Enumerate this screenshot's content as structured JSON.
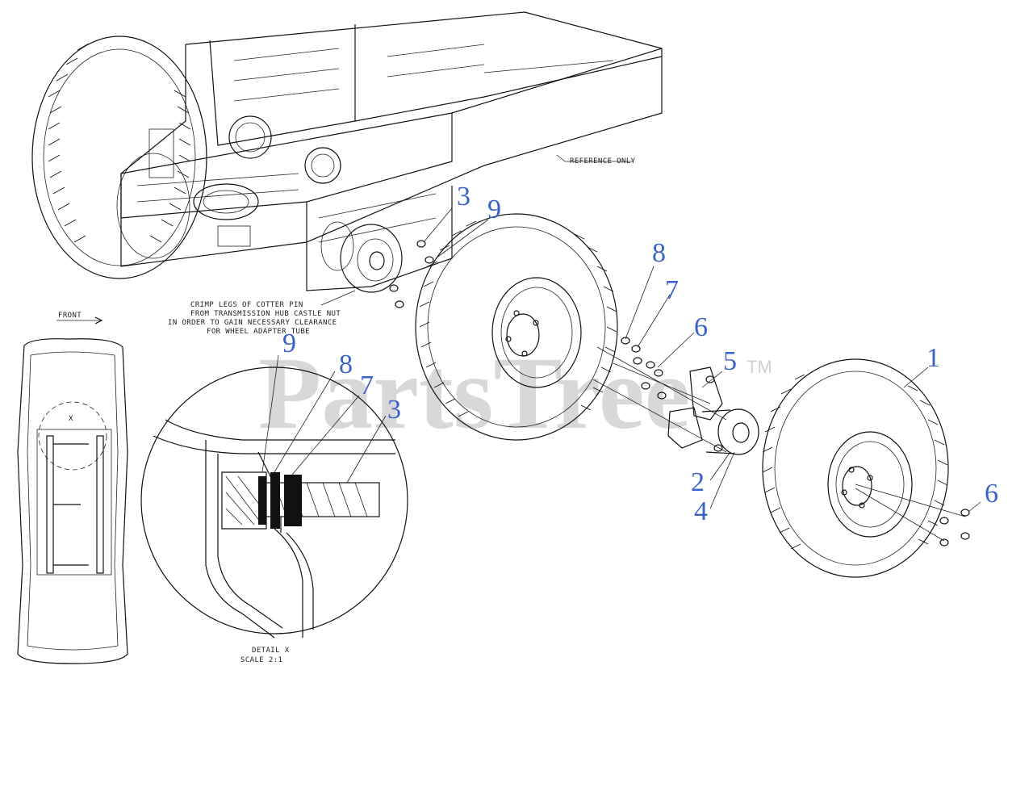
{
  "watermark": {
    "text": "PartsTree",
    "trademark": "TM"
  },
  "notes": {
    "reference": "REFERENCE ONLY",
    "cotter_line1": "CRIMP LEGS OF COTTER PIN",
    "cotter_line2": "FROM TRANSMISSION HUB CASTLE NUT",
    "cotter_line3": "IN ORDER TO GAIN NECESSARY CLEARANCE",
    "cotter_line4": "FOR WHEEL ADAPTER TUBE",
    "front": "FRONT",
    "detail_x": "X",
    "detail_title": "DETAIL X",
    "detail_scale": "SCALE 2:1"
  },
  "callouts": {
    "c3_main": "3",
    "c9_main": "9",
    "c8_main": "8",
    "c7_main": "7",
    "c6_main": "6",
    "c5_main": "5",
    "c1_main": "1",
    "c2_main": "2",
    "c4_main": "4",
    "c6_right": "6",
    "c9_detail": "9",
    "c8_detail": "8",
    "c7_detail": "7",
    "c3_detail": "3"
  },
  "colors": {
    "callout": "#3a62c9",
    "line": "#111111",
    "watermark": "#d8d8d8"
  }
}
